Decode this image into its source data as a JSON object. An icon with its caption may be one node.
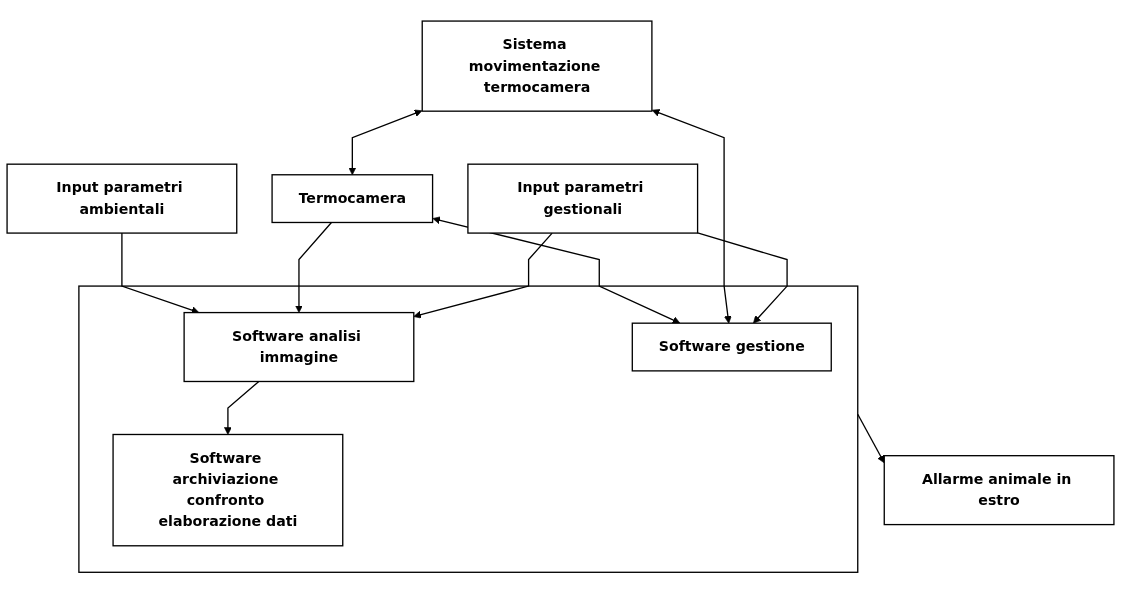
{
  "diagram": {
    "nodes": [
      {
        "text": [
          "Input parametri ambientali"
        ]
      },
      {
        "text": [
          "Termocamera"
        ]
      },
      {
        "text": [],
        "shape": "box"
      },
      {
        "text": [
          "Software analisi immagine"
        ],
        "in": 2
      },
      {
        "text": [
          "Software archiviazione confronto elaborazione dati"
        ],
        "in": 2
      },
      {
        "text": [
          "Allarme animale in estro"
        ]
      },
      {
        "text": [
          "Sistema movimentazione termocamera"
        ]
      },
      {
        "text": [
          "Software gestione"
        ],
        "in": 2
      },
      {
        "text": [
          "Input parametri gestionali"
        ]
      }
    ],
    "edges": [
      {
        "from": 0,
        "to": 3,
        "arrow": "to"
      },
      {
        "from": 1,
        "to": 3,
        "arrow": "to"
      },
      {
        "from": 3,
        "to": 4,
        "arrow": "to"
      },
      {
        "from": 2,
        "to": 5,
        "arrow": "to"
      },
      {
        "from": 1,
        "to": 6,
        "arrow": "both"
      },
      {
        "from": 1,
        "to": 7,
        "arrow": "both"
      },
      {
        "from": 6,
        "to": 7,
        "arrow": "both"
      },
      {
        "from": 8,
        "to": 7,
        "arrow": "to"
      },
      {
        "from": 8,
        "to": 3,
        "arrow": "to"
      }
    ]
  }
}
